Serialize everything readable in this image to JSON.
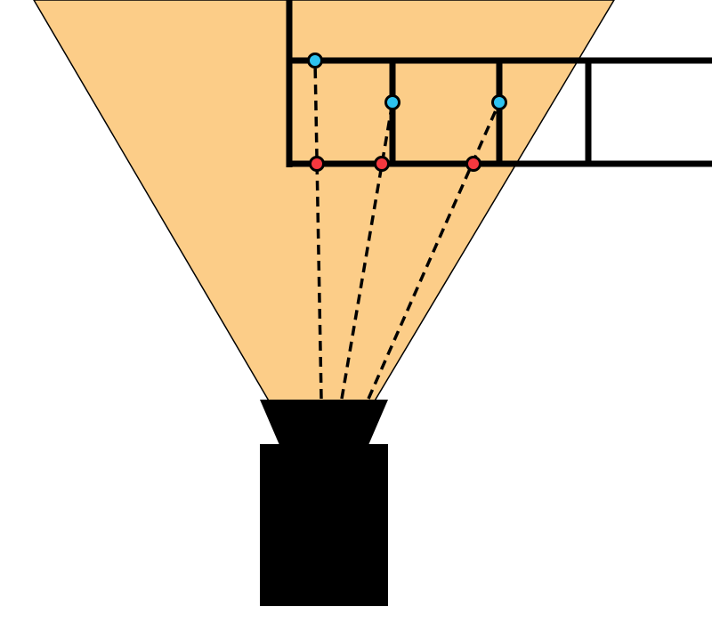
{
  "diagram": {
    "description_free": true,
    "colors": {
      "background": "#ffffff",
      "field_of_view": "#fccd88",
      "camera": "#000000",
      "structure_lines": "#000000",
      "upper_points": "#2ec3f0",
      "lower_points": "#f5383f",
      "point_outline": "#000000",
      "ray_lines": "#000000"
    },
    "elements": {
      "camera": "camera-icon",
      "field_of_view": "view-cone",
      "structure": "frame-structure",
      "rays": "dashed-projection-lines"
    }
  }
}
